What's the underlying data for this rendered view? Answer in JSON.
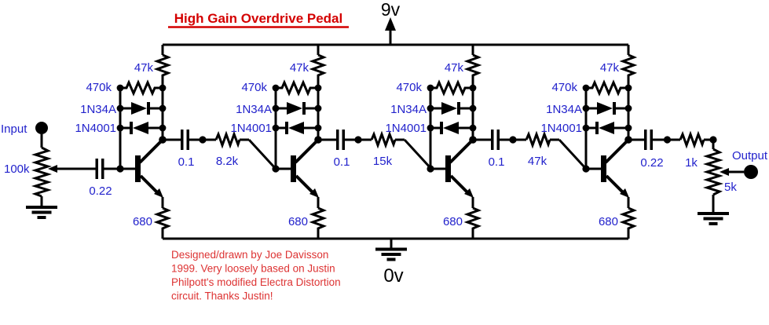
{
  "title": "High Gain Overdrive Pedal",
  "power": {
    "supply_label": "9v",
    "ground_label": "0v"
  },
  "io": {
    "input_label": "Input",
    "input_pot": "100k",
    "input_cap": "0.22",
    "output_label": "Output",
    "output_cap": "0.22",
    "output_series_resistor": "1k",
    "output_pot": "5k"
  },
  "stages": [
    {
      "collector_resistor": "47k",
      "feedback_resistor": "470k",
      "germanium_diode": "1N34A",
      "silicon_diode": "1N4001",
      "emitter_resistor": "680"
    },
    {
      "collector_resistor": "47k",
      "feedback_resistor": "470k",
      "germanium_diode": "1N34A",
      "silicon_diode": "1N4001",
      "emitter_resistor": "680"
    },
    {
      "collector_resistor": "47k",
      "feedback_resistor": "470k",
      "germanium_diode": "1N34A",
      "silicon_diode": "1N4001",
      "emitter_resistor": "680"
    },
    {
      "collector_resistor": "47k",
      "feedback_resistor": "470k",
      "germanium_diode": "1N34A",
      "silicon_diode": "1N4001",
      "emitter_resistor": "680"
    }
  ],
  "coupling": [
    {
      "cap": "0.1",
      "resistor": "8.2k"
    },
    {
      "cap": "0.1",
      "resistor": "15k"
    },
    {
      "cap": "0.1",
      "resistor": "47k"
    }
  ],
  "credit": {
    "lines": [
      "Designed/drawn by Joe Davisson",
      "1999. Very loosely based on Justin",
      "Philpott's modified Electra Distortion",
      "circuit. Thanks Justin!"
    ]
  },
  "colors": {
    "ink": "#000000",
    "label": "#2222cc",
    "title": "#d40000",
    "credit": "#dd3333",
    "bg": "#ffffff"
  }
}
